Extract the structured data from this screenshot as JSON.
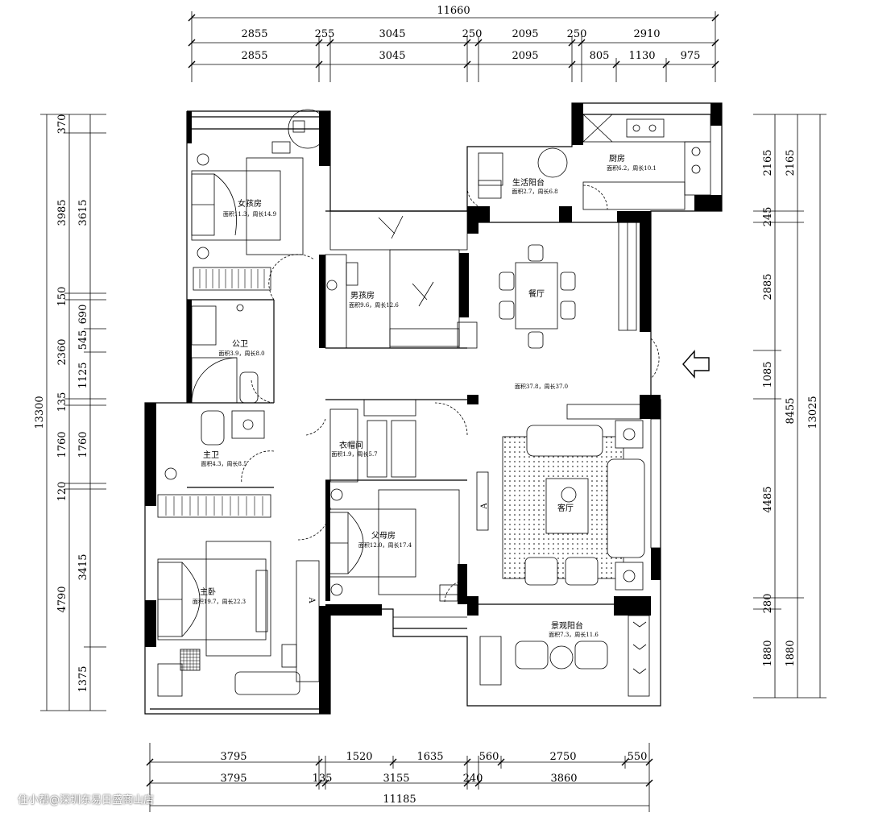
{
  "dimensions": {
    "top_total": "11660",
    "top_row1": [
      "2855",
      "255",
      "3045",
      "250",
      "2095",
      "250",
      "2910"
    ],
    "top_row2": [
      "2855",
      "3045",
      "2095",
      "805",
      "1130",
      "975"
    ],
    "left_total": "13300",
    "left_col1": [
      "370",
      "3985",
      "150",
      "2360",
      "135",
      "1760",
      "120",
      "4790"
    ],
    "left_col2": [
      "3615",
      "690",
      "545",
      "1125",
      "1760",
      "3415",
      "1375"
    ],
    "right_col1": [
      "2165",
      "245",
      "2885",
      "1085",
      "4485",
      "280",
      "1880"
    ],
    "right_col2": [
      "2165",
      "8455",
      "1880"
    ],
    "right_total": "13025",
    "bottom_row1": [
      "3795",
      "1520",
      "1635",
      "560",
      "2750",
      "550"
    ],
    "bottom_row2": [
      "3795",
      "135",
      "3155",
      "240",
      "3860"
    ],
    "bottom_total": "11185"
  },
  "rooms": {
    "girl": {
      "name": "女孩房",
      "area": "面积11.3，周长14.9"
    },
    "boy": {
      "name": "男孩房",
      "area": "面积9.6，周长12.6"
    },
    "public_bath": {
      "name": "公卫",
      "area": "面积3.9，周长8.0"
    },
    "master_bath": {
      "name": "主卫",
      "area": "面积4.3，周长8.5"
    },
    "closet": {
      "name": "衣帽间",
      "area": "面积1.9，周长5.7"
    },
    "master_bed": {
      "name": "主卧",
      "area": "面积19.7，周长22.3"
    },
    "parents": {
      "name": "父母房",
      "area": "面积12.0，周长17.4"
    },
    "laundry_balcony": {
      "name": "生活阳台",
      "area": "面积2.7，周长6.8"
    },
    "kitchen": {
      "name": "厨房",
      "area": "面积6.2，周长10.1"
    },
    "dining": {
      "name": "餐厅"
    },
    "living": {
      "name": "客厅"
    },
    "living_area": "面积37.8，周长37.0",
    "view_balcony": {
      "name": "景观阳台",
      "area": "面积7.3，周长11.6"
    }
  },
  "marks": {
    "tv_a": "A",
    "tv_b": "A"
  },
  "watermark": "住小帮@深圳东易日盛商山店"
}
